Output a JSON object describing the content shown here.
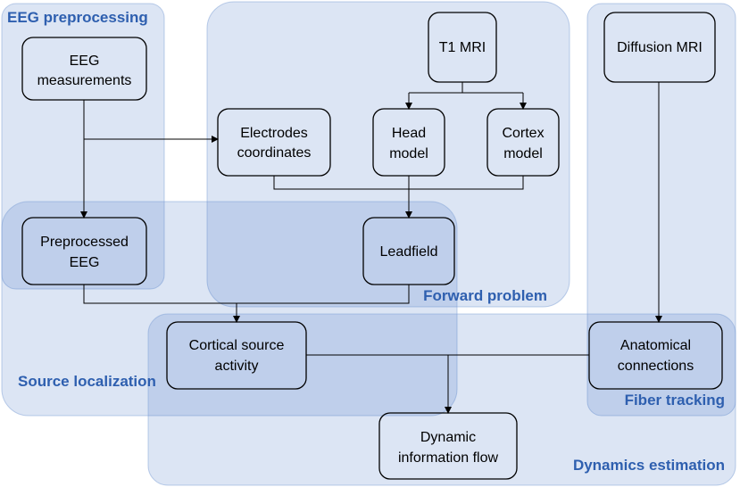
{
  "regions": {
    "eeg_preprocessing": "EEG preprocessing",
    "forward_problem": "Forward problem",
    "source_localization": "Source localization",
    "fiber_tracking": "Fiber tracking",
    "dynamics_estimation": "Dynamics estimation"
  },
  "nodes": {
    "eeg_measurements": [
      "EEG",
      "measurements"
    ],
    "t1_mri": [
      "T1 MRI"
    ],
    "diffusion_mri": [
      "Diffusion MRI"
    ],
    "electrodes_coordinates": [
      "Electrodes",
      "coordinates"
    ],
    "head_model": [
      "Head",
      "model"
    ],
    "cortex_model": [
      "Cortex",
      "model"
    ],
    "preprocessed_eeg": [
      "Preprocessed",
      "EEG"
    ],
    "leadfield": [
      "Leadfield"
    ],
    "cortical_source_activity": [
      "Cortical source",
      "activity"
    ],
    "anatomical_connections": [
      "Anatomical",
      "connections"
    ],
    "dynamic_information_flow": [
      "Dynamic",
      "information flow"
    ]
  },
  "colors": {
    "region_fill": "#3f6fc4",
    "region_label": "#2e5faf",
    "node_border": "#000000",
    "edge": "#000000"
  }
}
